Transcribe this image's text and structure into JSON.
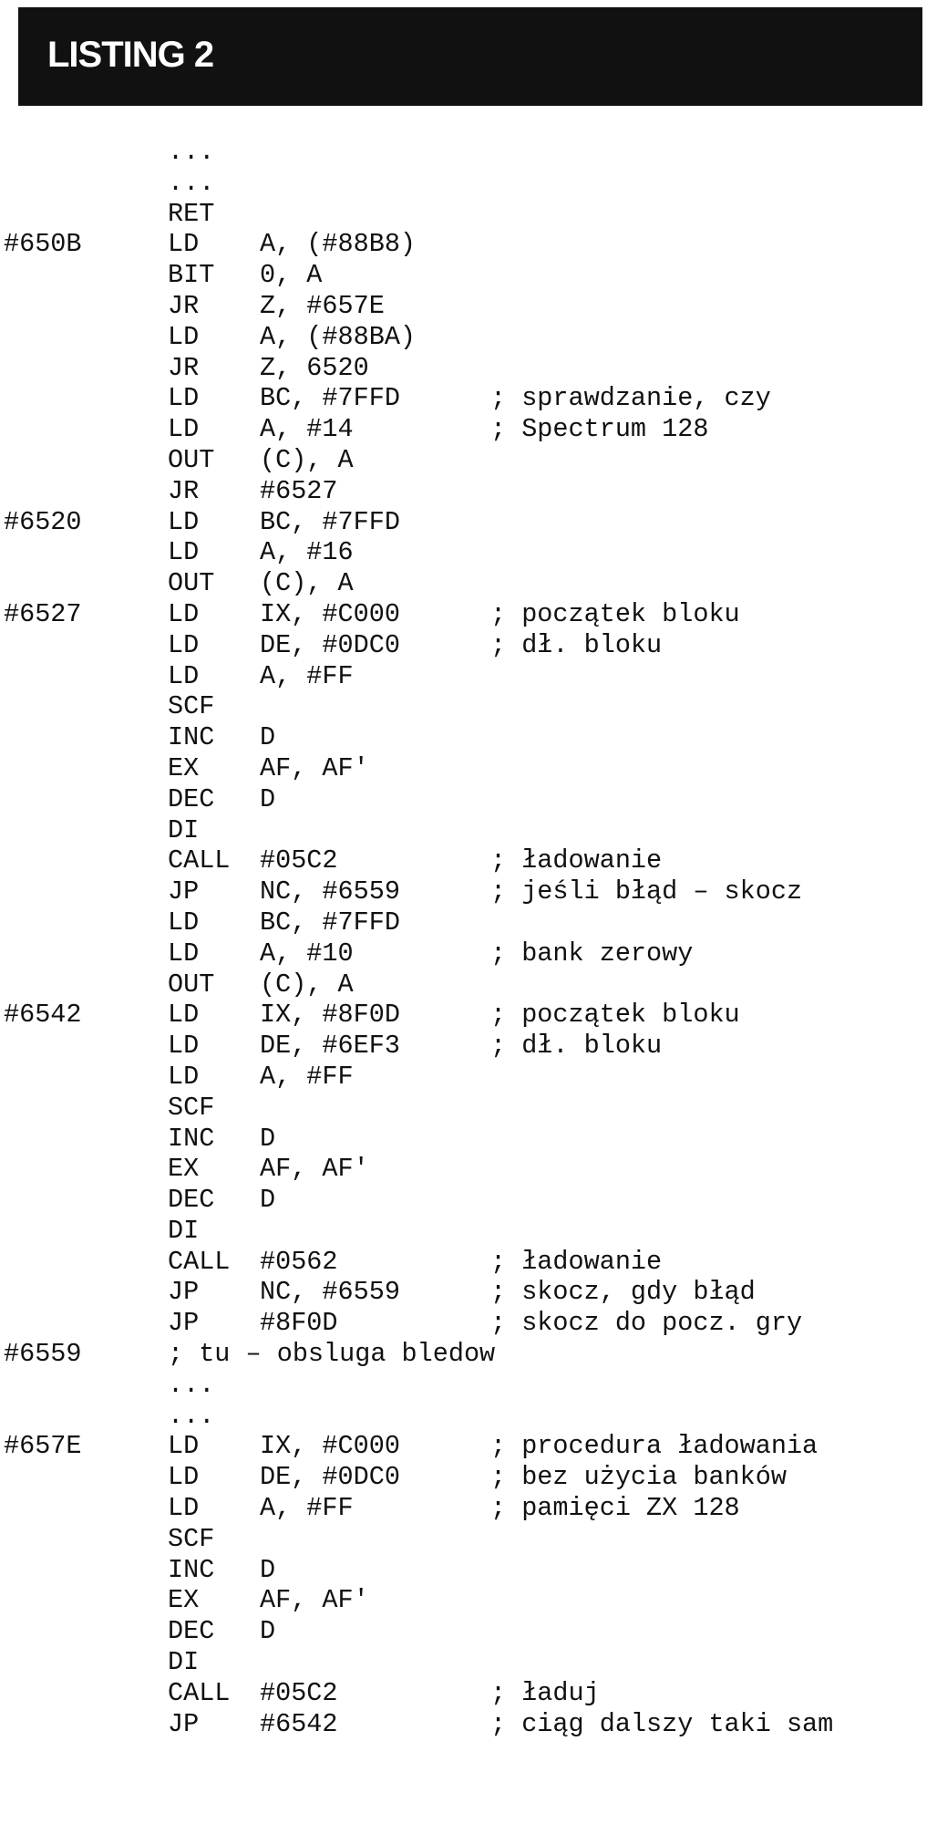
{
  "header": {
    "title": "LISTING 2"
  },
  "listing": {
    "rows": [
      {
        "label": "",
        "mnemonic": "...",
        "operand": "",
        "comment": ""
      },
      {
        "label": "",
        "mnemonic": "...",
        "operand": "",
        "comment": ""
      },
      {
        "label": "",
        "mnemonic": "RET",
        "operand": "",
        "comment": ""
      },
      {
        "label": "#650B",
        "mnemonic": "LD",
        "operand": "A, (#88B8)",
        "comment": ""
      },
      {
        "label": "",
        "mnemonic": "BIT",
        "operand": "0, A",
        "comment": ""
      },
      {
        "label": "",
        "mnemonic": "JR",
        "operand": "Z, #657E",
        "comment": ""
      },
      {
        "label": "",
        "mnemonic": "LD",
        "operand": "A, (#88BA)",
        "comment": ""
      },
      {
        "label": "",
        "mnemonic": "JR",
        "operand": "Z, 6520",
        "comment": ""
      },
      {
        "label": "",
        "mnemonic": "LD",
        "operand": "BC, #7FFD",
        "comment": "; sprawdzanie, czy"
      },
      {
        "label": "",
        "mnemonic": "LD",
        "operand": "A, #14",
        "comment": "; Spectrum 128"
      },
      {
        "label": "",
        "mnemonic": "OUT",
        "operand": "(C), A",
        "comment": ""
      },
      {
        "label": "",
        "mnemonic": "JR",
        "operand": "#6527",
        "comment": ""
      },
      {
        "label": "#6520",
        "mnemonic": "LD",
        "operand": "BC, #7FFD",
        "comment": ""
      },
      {
        "label": "",
        "mnemonic": "LD",
        "operand": "A, #16",
        "comment": ""
      },
      {
        "label": "",
        "mnemonic": "OUT",
        "operand": "(C), A",
        "comment": ""
      },
      {
        "label": "#6527",
        "mnemonic": "LD",
        "operand": "IX, #C000",
        "comment": "; początek bloku"
      },
      {
        "label": "",
        "mnemonic": "LD",
        "operand": "DE, #0DC0",
        "comment": "; dł. bloku"
      },
      {
        "label": "",
        "mnemonic": "LD",
        "operand": "A, #FF",
        "comment": ""
      },
      {
        "label": "",
        "mnemonic": "SCF",
        "operand": "",
        "comment": ""
      },
      {
        "label": "",
        "mnemonic": "INC",
        "operand": "D",
        "comment": ""
      },
      {
        "label": "",
        "mnemonic": "EX",
        "operand": "AF, AF'",
        "comment": ""
      },
      {
        "label": "",
        "mnemonic": "DEC",
        "operand": "D",
        "comment": ""
      },
      {
        "label": "",
        "mnemonic": "DI",
        "operand": "",
        "comment": ""
      },
      {
        "label": "",
        "mnemonic": "CALL",
        "operand": "#05C2",
        "comment": "; ładowanie"
      },
      {
        "label": "",
        "mnemonic": "JP",
        "operand": "NC, #6559",
        "comment": "; jeśli błąd – skocz"
      },
      {
        "label": "",
        "mnemonic": "LD",
        "operand": "BC, #7FFD",
        "comment": ""
      },
      {
        "label": "",
        "mnemonic": "LD",
        "operand": "A, #10",
        "comment": "; bank zerowy"
      },
      {
        "label": "",
        "mnemonic": "OUT",
        "operand": "(C), A",
        "comment": ""
      },
      {
        "label": "#6542",
        "mnemonic": "LD",
        "operand": "IX, #8F0D",
        "comment": "; początek bloku"
      },
      {
        "label": "",
        "mnemonic": "LD",
        "operand": "DE, #6EF3",
        "comment": "; dł. bloku"
      },
      {
        "label": "",
        "mnemonic": "LD",
        "operand": "A, #FF",
        "comment": ""
      },
      {
        "label": "",
        "mnemonic": "SCF",
        "operand": "",
        "comment": ""
      },
      {
        "label": "",
        "mnemonic": "INC",
        "operand": "D",
        "comment": ""
      },
      {
        "label": "",
        "mnemonic": "EX",
        "operand": "AF, AF'",
        "comment": ""
      },
      {
        "label": "",
        "mnemonic": "DEC",
        "operand": "D",
        "comment": ""
      },
      {
        "label": "",
        "mnemonic": "DI",
        "operand": "",
        "comment": ""
      },
      {
        "label": "",
        "mnemonic": "CALL",
        "operand": "#0562",
        "comment": "; ładowanie"
      },
      {
        "label": "",
        "mnemonic": "JP",
        "operand": "NC, #6559",
        "comment": "; skocz, gdy błąd"
      },
      {
        "label": "",
        "mnemonic": "JP",
        "operand": "#8F0D",
        "comment": "; skocz do pocz. gry"
      },
      {
        "label": "#6559",
        "mnemonic": "; tu – obsluga bledow",
        "operand": "",
        "comment": ""
      },
      {
        "label": "",
        "mnemonic": "...",
        "operand": "",
        "comment": ""
      },
      {
        "label": "",
        "mnemonic": "...",
        "operand": "",
        "comment": ""
      },
      {
        "label": "#657E",
        "mnemonic": "LD",
        "operand": "IX, #C000",
        "comment": "; procedura ładowania"
      },
      {
        "label": "",
        "mnemonic": "LD",
        "operand": "DE, #0DC0",
        "comment": "; bez użycia banków"
      },
      {
        "label": "",
        "mnemonic": "LD",
        "operand": "A, #FF",
        "comment": "; pamięci ZX 128"
      },
      {
        "label": "",
        "mnemonic": "SCF",
        "operand": "",
        "comment": ""
      },
      {
        "label": "",
        "mnemonic": "INC",
        "operand": "D",
        "comment": ""
      },
      {
        "label": "",
        "mnemonic": "EX",
        "operand": "AF, AF'",
        "comment": ""
      },
      {
        "label": "",
        "mnemonic": "DEC",
        "operand": "D",
        "comment": ""
      },
      {
        "label": "",
        "mnemonic": "DI",
        "operand": "",
        "comment": ""
      },
      {
        "label": "",
        "mnemonic": "CALL",
        "operand": "#05C2",
        "comment": "; ładuj"
      },
      {
        "label": "",
        "mnemonic": "JP",
        "operand": "#6542",
        "comment": "; ciąg dalszy taki sam"
      }
    ]
  }
}
